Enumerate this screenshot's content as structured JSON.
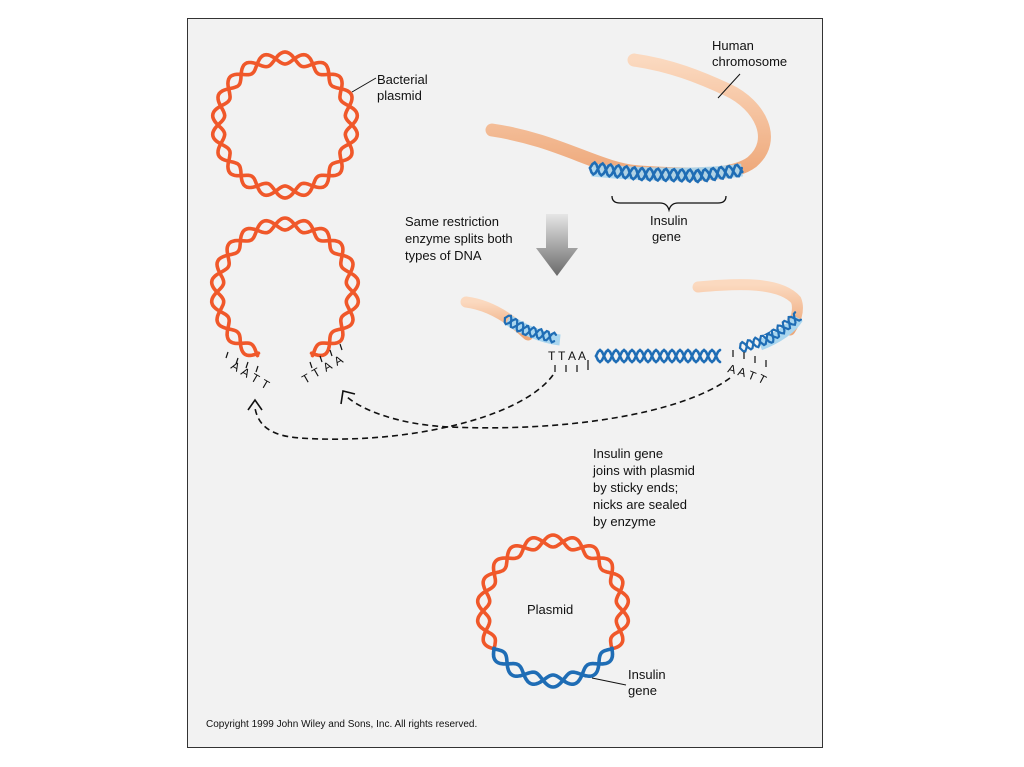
{
  "labels": {
    "bacterial_plasmid": [
      "Bacterial",
      "plasmid"
    ],
    "human_chromosome": [
      "Human",
      "chromosome"
    ],
    "insulin_gene_top": [
      "Insulin",
      "gene"
    ],
    "restriction_step": [
      "Same restriction",
      "enzyme splits both",
      "types of DNA"
    ],
    "join_step": [
      "Insulin gene",
      "joins with plasmid",
      "by sticky ends;",
      "nicks are sealed",
      "by enzyme"
    ],
    "plasmid_center": "Plasmid",
    "insulin_gene_bottom": [
      "Insulin",
      "gene"
    ],
    "copyright": "Copyright 1999 John Wiley and Sons, Inc. All rights reserved."
  },
  "sticky_ends": {
    "plasmid_left": [
      "A",
      "A",
      "T",
      "T"
    ],
    "plasmid_right": [
      "T",
      "T",
      "A",
      "A"
    ],
    "gene_left": [
      "T",
      "T",
      "A",
      "A"
    ],
    "gene_right": [
      "A",
      "A",
      "T",
      "T"
    ]
  },
  "colors": {
    "plasmid_dna": "#f0582a",
    "insulin_dna": "#1f6db5",
    "chromosome": "#f5b98e",
    "gene_highlight": "#a9d6ef",
    "arrow": "#8a8a8a",
    "frame_bg": "#f2f2f2"
  }
}
